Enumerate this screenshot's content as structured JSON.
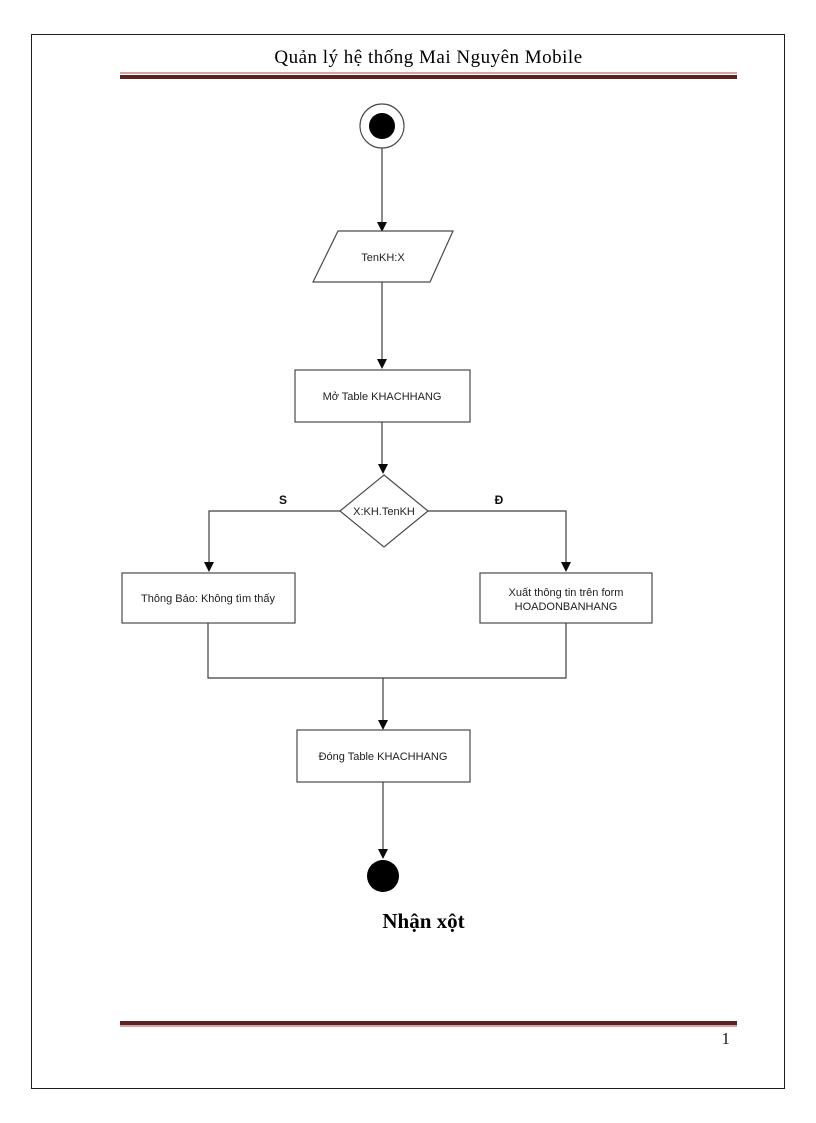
{
  "header": {
    "title": "Quản lý hệ thống Mai Nguyên Mobile"
  },
  "flowchart": {
    "input": {
      "label": "TenKH:X"
    },
    "open_table": {
      "label": "Mở Table KHACHHANG"
    },
    "decision": {
      "label": "X:KH.TenKH"
    },
    "branch_no": "S",
    "branch_yes": "Đ",
    "not_found": {
      "label": "Thông Báo: Không tìm thấy"
    },
    "output_form": {
      "line1": "Xuất thông tin trên form",
      "line2": "HOADONBANHANG"
    },
    "close_table": {
      "label": "Đóng Table KHACHHANG"
    }
  },
  "caption": "Nhận xột",
  "footer": {
    "page_number": "1"
  },
  "colors": {
    "rule_dark": "#5c2221",
    "rule_light": "#d4a3a3",
    "diagram_line": "#3f3f3f",
    "node_fill": "#000000"
  }
}
